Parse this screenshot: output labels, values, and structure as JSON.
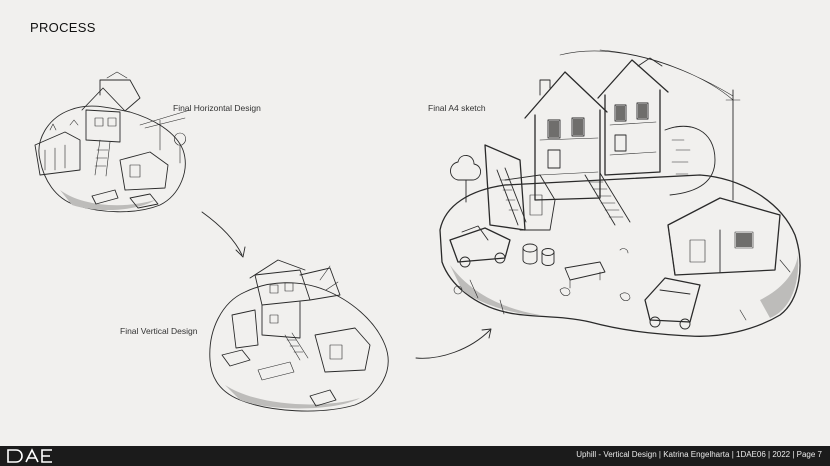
{
  "page": {
    "title": "PROCESS"
  },
  "captions": {
    "horizontal": "Final Horizontal Design",
    "vertical": "Final Vertical Design",
    "a4": "Final A4 sketch"
  },
  "footer": {
    "text": "Uphill - Vertical Design | Katrina Engelharta | 1DAE06 | 2022 | Page 7",
    "logo": "DAE"
  },
  "colors": {
    "background": "#f1f0ee",
    "footer": "#1b1b1b",
    "ink": "#2a2a2a"
  }
}
